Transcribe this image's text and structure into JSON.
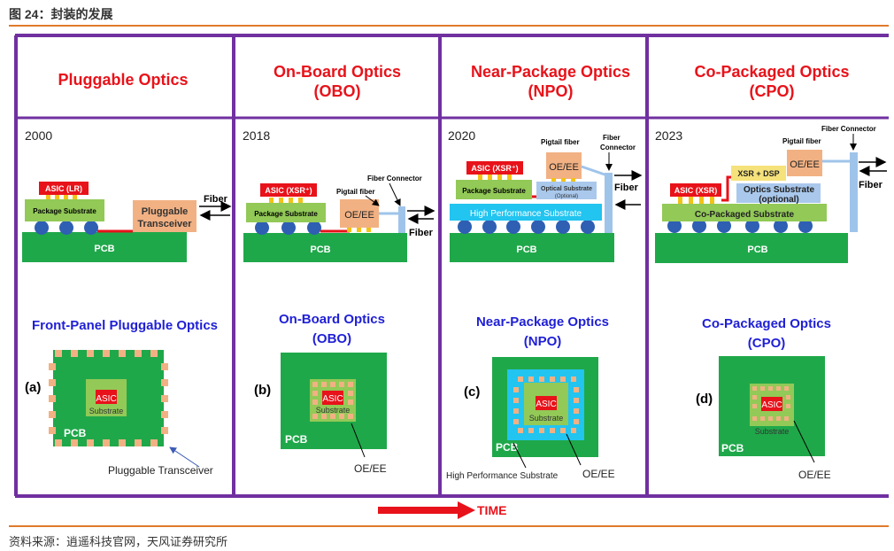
{
  "figure_caption": "图 24：封装的发展",
  "source_note": "资料来源：逍遥科技官网，天风证券研究所",
  "columns": [
    {
      "title_line1": "Pluggable Optics",
      "title_line2": "",
      "year": "2000",
      "asic_label": "ASIC (LR)",
      "package_label": "Package Substrate",
      "module_label_line1": "Pluggable",
      "module_label_line2": "Transceiver",
      "fiber_label": "Fiber",
      "pcb_label": "PCB",
      "bottom_title_line1": "Front-Panel Pluggable Optics",
      "bottom_title_line2": "",
      "panel_letter": "(a)",
      "inner_asic": "ASIC",
      "inner_substrate": "Substrate",
      "inner_pcb": "PCB",
      "callout": "Pluggable Transceiver"
    },
    {
      "title_line1": "On-Board Optics",
      "title_line2": "(OBO)",
      "year": "2018",
      "asic_label": "ASIC (XSR⁺)",
      "package_label": "Package Substrate",
      "oe_label": "OE/EE",
      "pigtail_label": "Pigtail fiber",
      "connector_label": "Fiber Connector",
      "fiber_label": "Fiber",
      "pcb_label": "PCB",
      "bottom_title_line1": "On-Board Optics",
      "bottom_title_line2": "(OBO)",
      "panel_letter": "(b)",
      "inner_asic": "ASIC",
      "inner_substrate": "Substrate",
      "inner_pcb": "PCB",
      "callout": "OE/EE"
    },
    {
      "title_line1": "Near-Package Optics",
      "title_line2": "(NPO)",
      "year": "2020",
      "asic_label": "ASIC (XSR⁺)",
      "package_label": "Package Substrate",
      "oe_label": "OE/EE",
      "optical_sub_line1": "Optical Substrate",
      "optical_sub_line2": "(Optional)",
      "hps_label": "High Performance Substrate",
      "pigtail_label": "Pigtail fiber",
      "connector_line1": "Fiber",
      "connector_line2": "Connector",
      "fiber_label": "Fiber",
      "pcb_label": "PCB",
      "bottom_title_line1": "Near-Package Optics",
      "bottom_title_line2": "(NPO)",
      "panel_letter": "(c)",
      "inner_asic": "ASIC",
      "inner_substrate": "Substrate",
      "inner_pcb": "PCB",
      "callout": "OE/EE",
      "callout2": "High Performance Substrate"
    },
    {
      "title_line1": "Co-Packaged Optics",
      "title_line2": "(CPO)",
      "year": "2023",
      "asic_label": "ASIC (XSR)",
      "dsp_label": "XSR + DSP",
      "oe_label": "OE/EE",
      "optics_sub_line1": "Optics Substrate",
      "optics_sub_line2": "(optional)",
      "cps_label": "Co-Packaged Substrate",
      "pigtail_label": "Pigtail fiber",
      "connector_label": "Fiber Connector",
      "fiber_label": "Fiber",
      "pcb_label": "PCB",
      "bottom_title_line1": "Co-Packaged Optics",
      "bottom_title_line2": "(CPO)",
      "panel_letter": "(d)",
      "inner_asic": "ASIC",
      "inner_substrate": "Substrate",
      "inner_pcb": "PCB",
      "callout": "OE/EE"
    }
  ],
  "time_label": "TIME",
  "colors": {
    "title_red": "#e8121a",
    "title_blue": "#1f1fd6",
    "frame_purple": "#7030a0",
    "pcb_green": "#1fa84a",
    "substrate_green": "#92c957",
    "asic_red": "#e8121a",
    "oe_tan": "#f2b183",
    "hps_blue": "#22c4f0",
    "opt_sub_blue": "#a9c8ec"
  }
}
